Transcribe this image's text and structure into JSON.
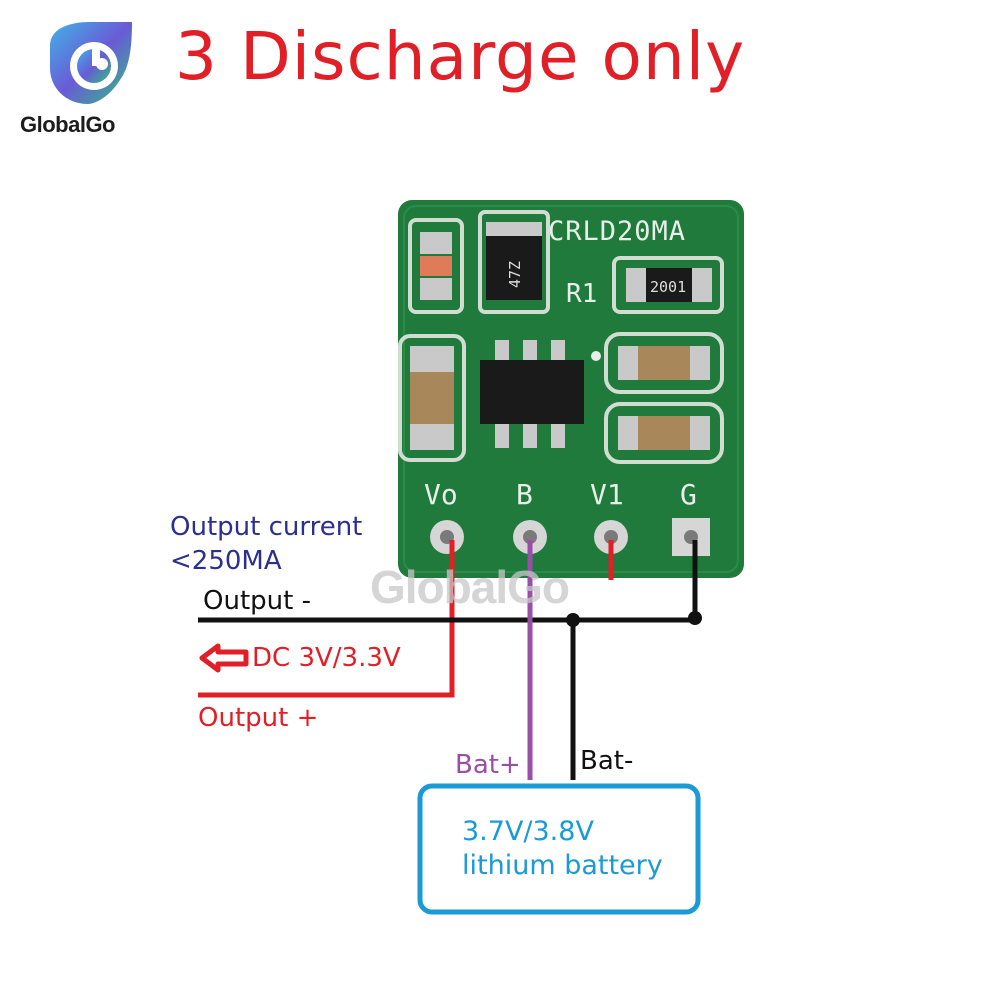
{
  "title": "3 Discharge only",
  "logo": {
    "brand": "GlobalGo",
    "watermark": "GlobalGo"
  },
  "board": {
    "name": "CRLD20MA",
    "r1_label": "R1",
    "inductor_code": "47Z",
    "resistor_code": "2001",
    "pins": [
      "Vo",
      "B",
      "V1",
      "G"
    ]
  },
  "labels": {
    "output_current_line1": "Output current",
    "output_current_line2": "<250MA",
    "output_minus": "Output -",
    "dc_voltage": "DC 3V/3.3V",
    "output_plus": "Output +",
    "bat_plus": "Bat+",
    "bat_minus": "Bat-",
    "battery_line1": "3.7V/3.8V",
    "battery_line2": "lithium battery"
  },
  "colors": {
    "title": "#e01f26",
    "pcb": "#1f7a3c",
    "wire_red": "#e01f26",
    "wire_black": "#111111",
    "wire_purple": "#9b4ea8",
    "battery_border": "#1a9ad6",
    "label_blue": "#2b2f8f"
  }
}
